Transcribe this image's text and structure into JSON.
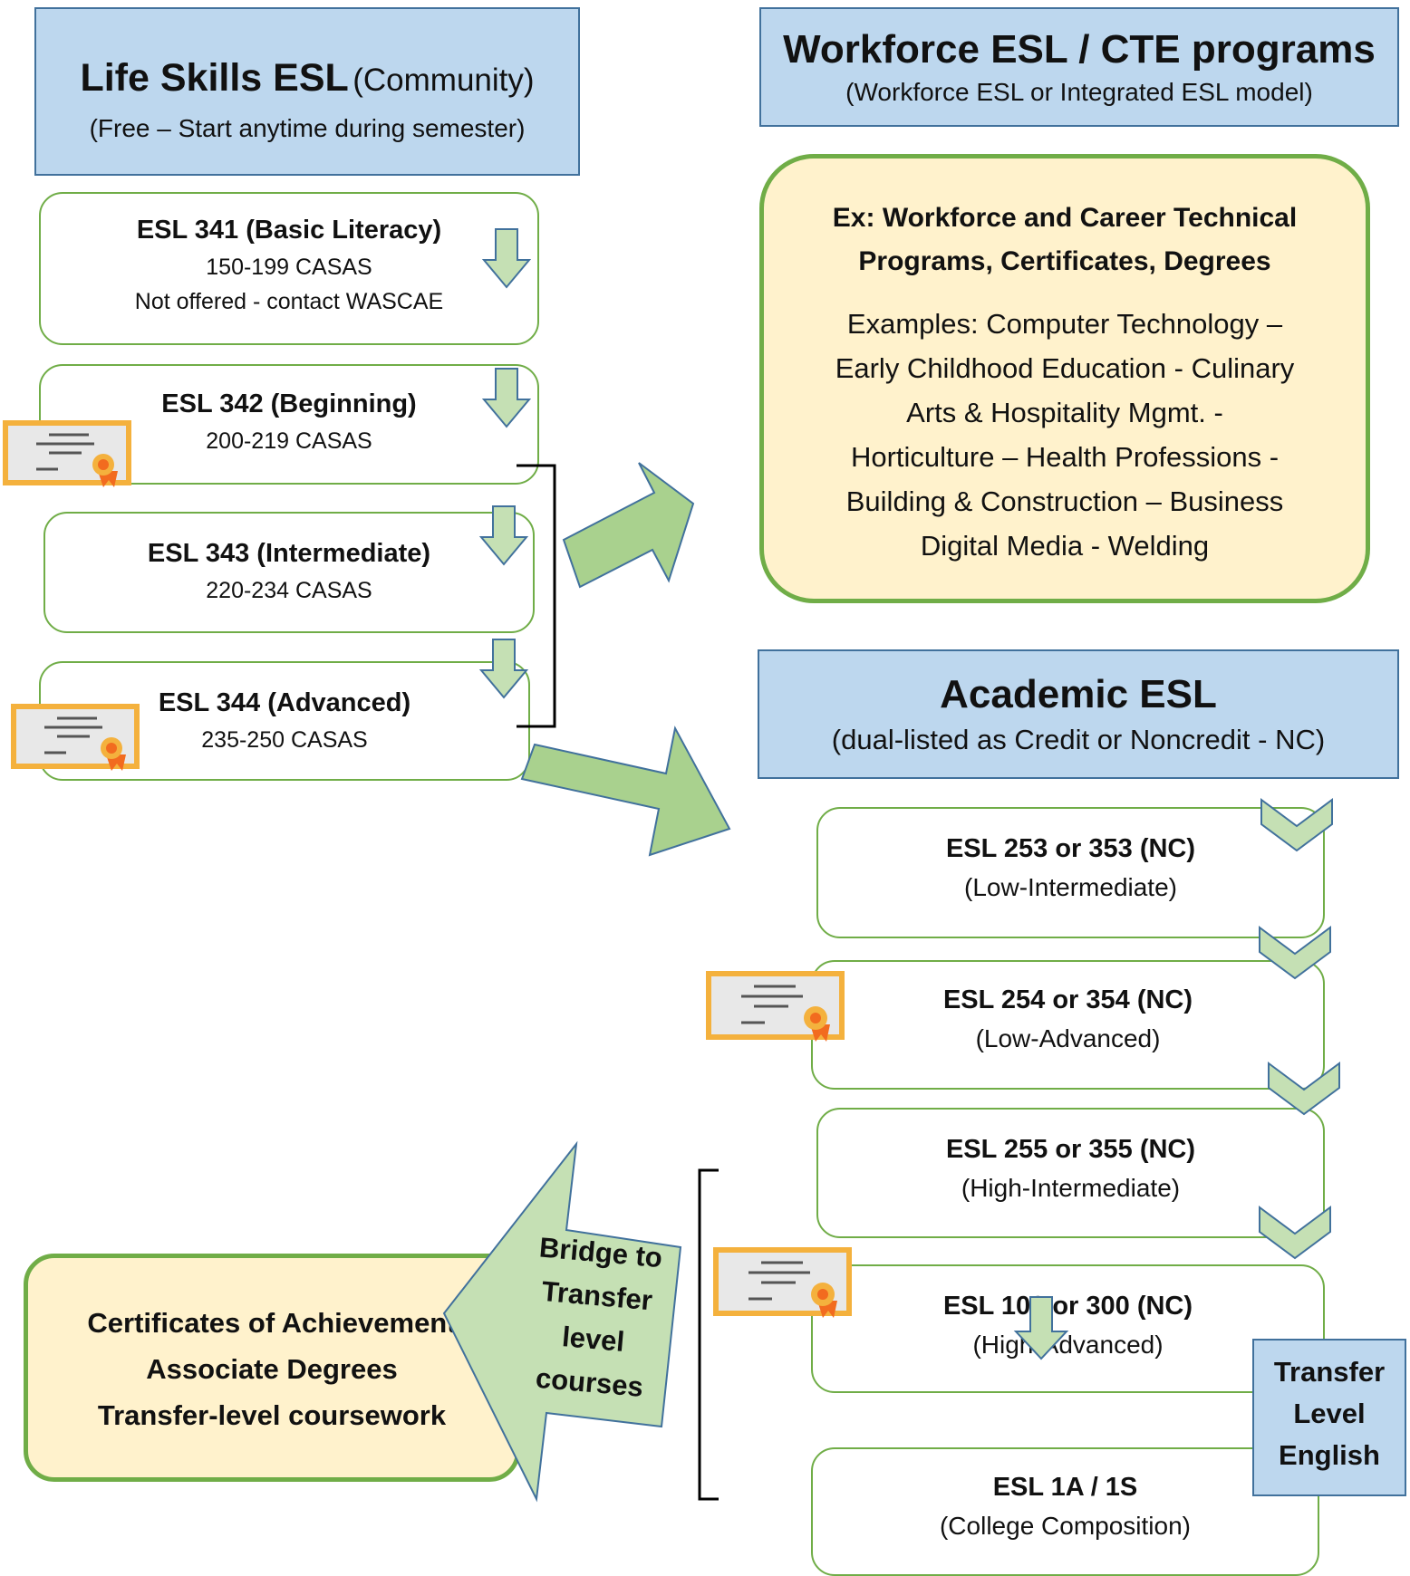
{
  "life_skills": {
    "title": "Life Skills ESL",
    "title_suffix": "(Community)",
    "subtitle": "(Free – Start anytime during semester)",
    "courses": [
      {
        "name": "ESL 341 (Basic Literacy)",
        "score": "150-199 CASAS",
        "note": "Not offered - contact WASCAE"
      },
      {
        "name": "ESL 342 (Beginning)",
        "score": "200-219 CASAS"
      },
      {
        "name": "ESL 343 (Intermediate)",
        "score": "220-234 CASAS"
      },
      {
        "name": "ESL 344 (Advanced)",
        "score": "235-250 CASAS"
      }
    ]
  },
  "workforce": {
    "title": "Workforce ESL / CTE programs",
    "subtitle": "(Workforce ESL or Integrated ESL model)",
    "box_heading_line1": "Ex: Workforce and Career Technical",
    "box_heading_line2": "Programs, Certificates, Degrees",
    "examples": [
      "Examples: Computer Technology –",
      "Early Childhood Education - Culinary",
      "Arts & Hospitality Mgmt. -",
      "Horticulture – Health Professions -",
      "Building & Construction – Business",
      "Digital Media - Welding"
    ]
  },
  "academic": {
    "title": "Academic ESL",
    "subtitle": "(dual-listed as Credit or Noncredit - NC)",
    "courses": [
      {
        "name": "ESL 253 or 353 (NC)",
        "level": "(Low-Intermediate)"
      },
      {
        "name": "ESL 254 or 354 (NC)",
        "level": "(Low-Advanced)"
      },
      {
        "name": "ESL 255 or 355 (NC)",
        "level": "(High-Intermediate)"
      },
      {
        "name": "ESL 100 or 300 (NC)",
        "level": "(High-Advanced)"
      },
      {
        "name": "ESL 1A / 1S",
        "level": "(College Composition)"
      }
    ]
  },
  "transfer_box": {
    "lines": [
      "Transfer",
      "Level",
      "English"
    ]
  },
  "outcomes": {
    "lines": [
      "Certificates of Achievement",
      "Associate Degrees",
      "Transfer-level coursework"
    ]
  },
  "bridge": {
    "lines": [
      "Bridge to",
      "Transfer",
      "level",
      "courses"
    ]
  },
  "colors": {
    "header_fill": "#bdd7ee",
    "header_border": "#41719c",
    "course_border": "#70ad47",
    "cream_fill": "#fff2cc",
    "arrow_fill": "#a9d18e",
    "arrow_light": "#c5e0b4",
    "arrow_border": "#41719c",
    "certificate_frame": "#f4b13d",
    "seal": "#f26b1f"
  },
  "icons": [
    "certificate-icon",
    "down-arrow-icon",
    "chevron-down-icon",
    "block-arrow-icon",
    "bracket"
  ]
}
